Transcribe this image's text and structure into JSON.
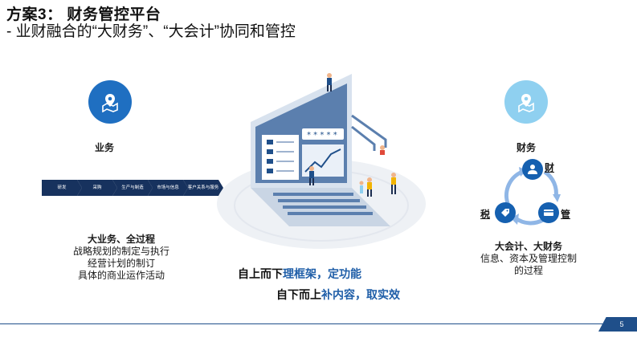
{
  "header": {
    "title": "方案3：  财务管控平台",
    "subtitle": "- 业财融合的“大财务”、“大会计”协同和管控"
  },
  "business": {
    "label": "业务",
    "chain": [
      "研发",
      "采购",
      "生产与制造",
      "市场与信息",
      "客户关系与服务"
    ],
    "summary_title": "大业务、全过程",
    "lines": [
      "战略规划的制定与执行",
      "经营计划的制订",
      "具体的商业运作活动"
    ]
  },
  "finance": {
    "label": "财务",
    "nodes": {
      "cai": "财",
      "shui": "税",
      "guan": "管"
    },
    "summary_title": "大会计、大财务",
    "lines": [
      "信息、资本及管理控制",
      "的过程"
    ]
  },
  "center": {
    "slogan1_prefix": "自上而下",
    "slogan1_main": "理框架，定功能",
    "slogan2_prefix": "自下而上",
    "slogan2_main": "补内容，取实效",
    "screen_password": "* * * * *"
  },
  "footer": {
    "page": "5"
  },
  "colors": {
    "primary": "#1f6fc1",
    "light": "#8fd0f0",
    "navy": "#17325e",
    "accent": "#1f5ea8"
  },
  "icons": [
    "map-pin-icon",
    "map-pin-icon",
    "doctor-icon",
    "tax-tag-icon",
    "card-icon"
  ]
}
